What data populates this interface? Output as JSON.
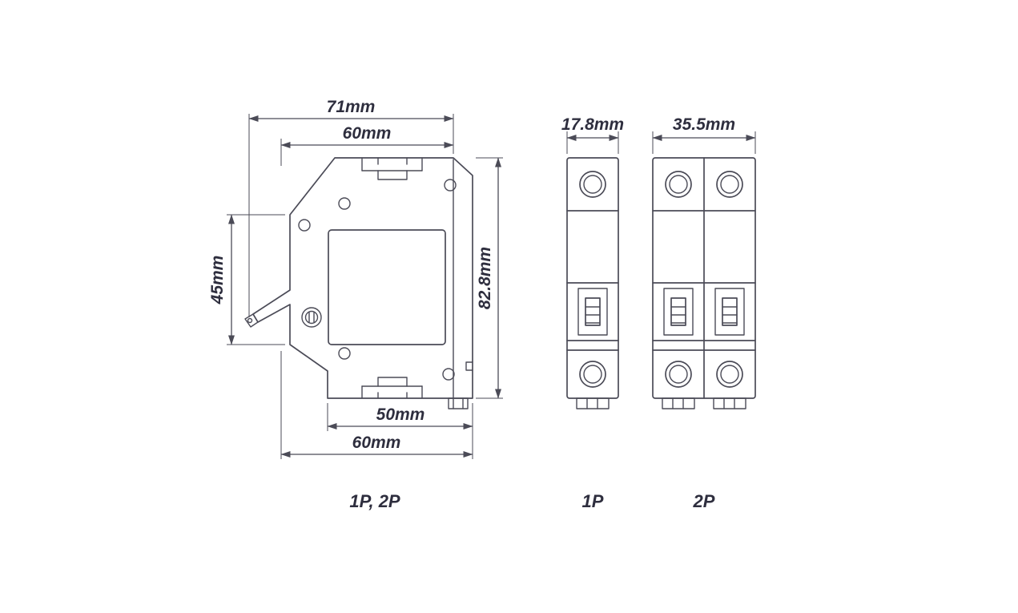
{
  "colors": {
    "line": "#4b4b57",
    "text": "#2e2e3e",
    "background": "#ffffff"
  },
  "side_view": {
    "label": "1P, 2P",
    "dim_top_outer": "71mm",
    "dim_top_inner": "60mm",
    "dim_left_height": "45mm",
    "dim_right_height": "82.8mm",
    "dim_bottom_inner": "50mm",
    "dim_bottom_outer": "60mm"
  },
  "front_view_1p": {
    "label": "1P",
    "dim_width": "17.8mm"
  },
  "front_view_2p": {
    "label": "2P",
    "dim_width": "35.5mm"
  }
}
